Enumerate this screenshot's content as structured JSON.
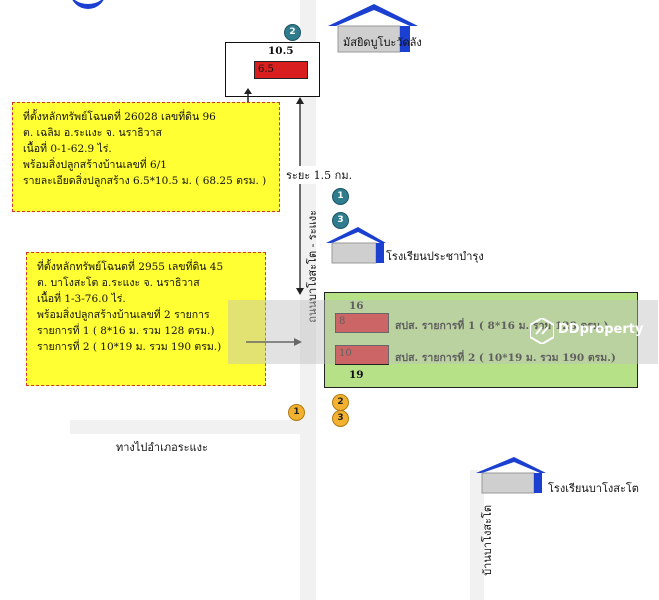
{
  "top_plot": {
    "width_label": "10.5",
    "height_label": "6.5"
  },
  "info_box_1": {
    "line1": "ที่ตั้งหลักทรัพย์โฉนดที่ 26028 เลขที่ดิน 96",
    "line2": "ต. เฉลิม อ.ระแงะ จ. นราธิวาส",
    "line3": "เนื้อที่ 0-1-62.9 ไร่.",
    "line4": "พร้อมสิ่งปลูกสร้างบ้านเลขที่  6/1",
    "line5": "รายละเอียดสิ่งปลูกสร้าง  6.5*10.5 ม. ( 68.25 ตรม. )"
  },
  "info_box_2": {
    "line1": "ที่ตั้งหลักทรัพย์โฉนดที่ 2955 เลขที่ดิน 45",
    "line2": "ต. บาโงสะโต อ.ระแงะ จ. นราธิวาส",
    "line3": "เนื้อที่ 1-3-76.0 ไร่.",
    "line4": "พร้อมสิ่งปลูกสร้างบ้านเลขที่  2 รายการ",
    "line5": "รายการที่  1 ( 8*16  ม. รวม 128 ตรม.)",
    "line6": "รายการที่  2  ( 10*19  ม. รวม 190 ตรม.)"
  },
  "green_plot": {
    "top_dim": "16",
    "bottom_dim": "19",
    "item1_side": "8",
    "item2_side": "10",
    "item1_label": "สปส. รายการที่  1 ( 8*16  ม. รวม 128 ตรม.)",
    "item2_label": "สปส. รายการที่  2 ( 10*19  ม. รวม 190 ตรม.)"
  },
  "distance_label": "ระยะ 1.5 กม.",
  "road_name": "ถนนบาโงสะโต - ระแงะ",
  "road_name_2": "บ้านบาโงสะโต",
  "place_mosque": "มัสยิดบูโบะวัดลัง",
  "place_school_1": "โรงเรียนประชาบำรุง",
  "place_school_2": "โรงเรียนบาโงสะโต",
  "direction_label": "ทางไปอำเภอระแงะ",
  "markers": {
    "teal_top": "2",
    "teal_mid1": "1",
    "teal_mid2": "3",
    "gold_a": "2",
    "gold_b": "1",
    "gold_c": "3"
  },
  "watermark_text": "DDproperty",
  "colors": {
    "info_bg": "#ffff33",
    "plot_green": "#b7e187",
    "building_red": "#d81e1e",
    "marker_teal": "#2f7c8f",
    "marker_gold": "#f2b230",
    "house_blue": "#1b3fd1"
  }
}
